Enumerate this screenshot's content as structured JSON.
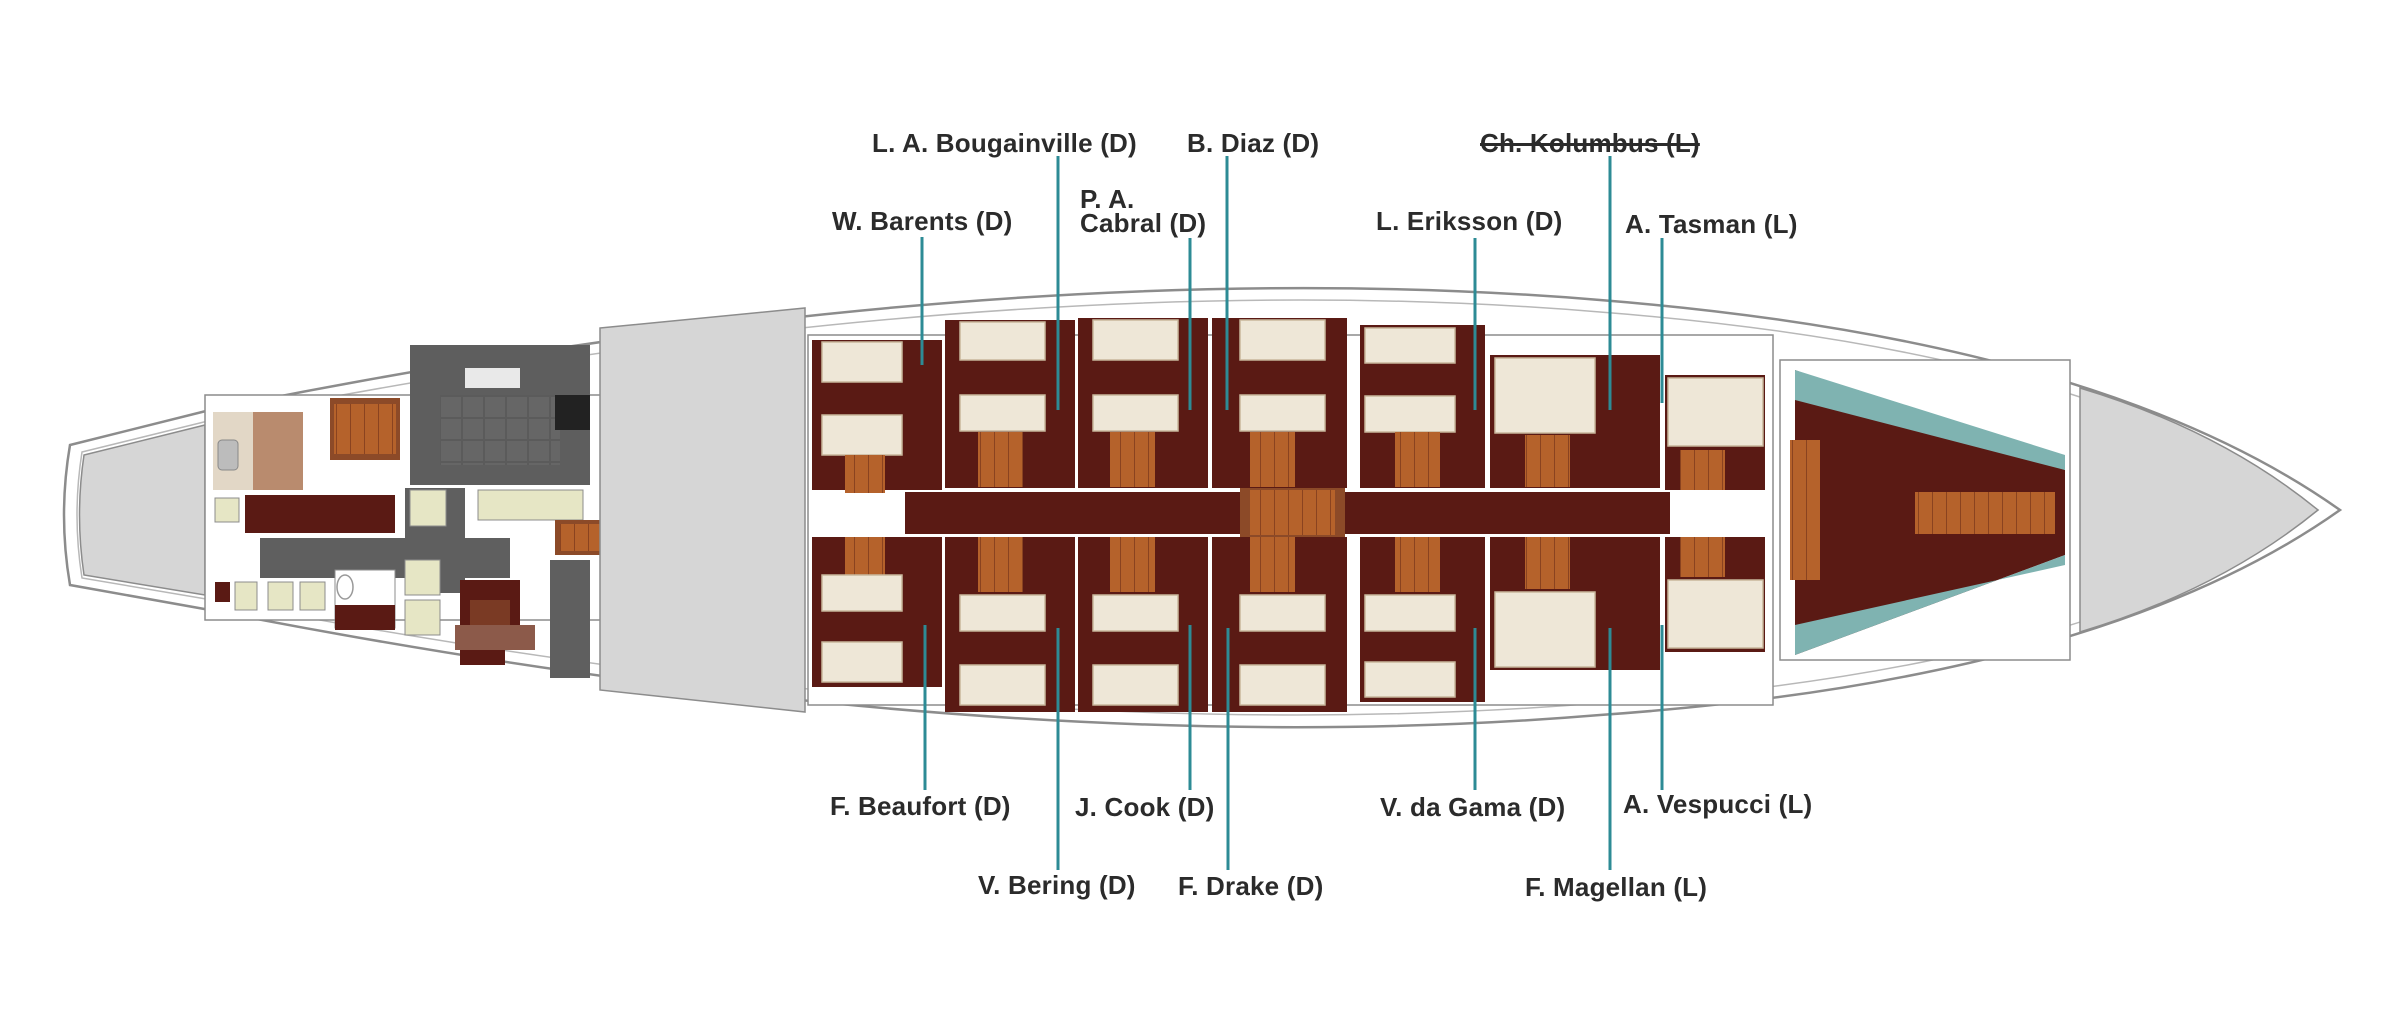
{
  "diagram": {
    "colors": {
      "hull_outline": "#8c8c8c",
      "deck_white": "#ffffff",
      "grey_area": "#d6d6d6",
      "dark_wood": "#5a1a14",
      "light_wood": "#b5622b",
      "bed_cream": "#eee7d7",
      "leader_line": "#2d8b95",
      "teal_crew": "#7fb3b1",
      "dark_grey": "#555555"
    },
    "cabins": {
      "bougainville": "L. A. Bougainville (D)",
      "diaz": "B. Diaz (D)",
      "kolumbus": "Ch. Kolumbus (L)",
      "barents": "W. Barents (D)",
      "cabral_line1": "P. A.",
      "cabral_line2": "Cabral (D)",
      "eriksson": "L. Eriksson (D)",
      "tasman": "A. Tasman (L)",
      "beaufort": "F. Beaufort (D)",
      "cook": "J. Cook (D)",
      "da_gama": "V. da Gama (D)",
      "vespucci": "A. Vespucci (L)",
      "bering": "V. Bering (D)",
      "drake": "F. Drake (D)",
      "magellan": "F. Magellan (L)"
    }
  }
}
